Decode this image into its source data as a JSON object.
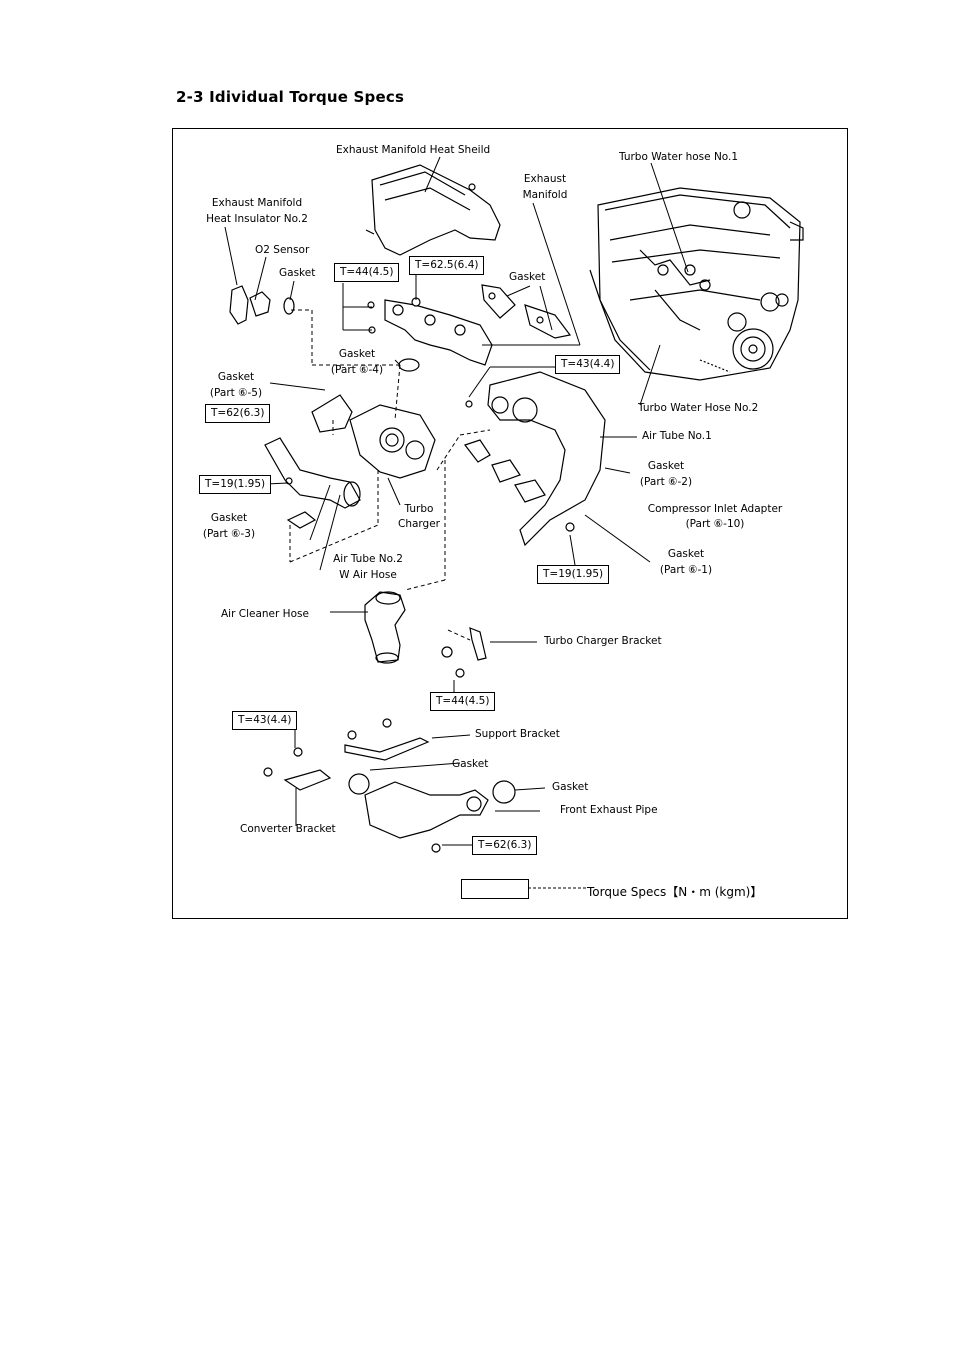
{
  "heading": "2-3  Idividual Torque Specs",
  "labels": {
    "exhaust_manifold_heat_sheild": "Exhaust Manifold Heat Sheild",
    "turbo_water_hose_no1": "Turbo Water hose No.1",
    "exhaust_manifold_1": "Exhaust",
    "exhaust_manifold_2": "Manifold",
    "heat_insulator_1": "Exhaust Manifold",
    "heat_insulator_2": "Heat Insulator No.2",
    "o2_sensor": "O2 Sensor",
    "gasket_o2": "Gasket",
    "gasket_manifold": "Gasket",
    "gasket_part64_1": "Gasket",
    "gasket_part64_2": "(Part ⑥-4)",
    "gasket_part65_1": "Gasket",
    "gasket_part65_2": "(Part ⑥-5)",
    "turbo_water_hose_no2": "Turbo Water Hose No.2",
    "air_tube_no1": "Air Tube No.1",
    "gasket_part62_1": "Gasket",
    "gasket_part62_2": "(Part ⑥-2)",
    "compressor_inlet_1": "Compressor Inlet Adapter",
    "compressor_inlet_2": "(Part ⑥-10)",
    "gasket_part61_1": "Gasket",
    "gasket_part61_2": "(Part ⑥-1)",
    "turbo_charger_1": "Turbo",
    "turbo_charger_2": "Charger",
    "gasket_part63_1": "Gasket",
    "gasket_part63_2": "(Part ⑥-3)",
    "air_tube_no2_1": "Air Tube No.2",
    "air_tube_no2_2": "W Air Hose",
    "air_cleaner_hose": "Air Cleaner Hose",
    "turbo_charger_bracket": "Turbo Charger Bracket",
    "support_bracket": "Support Bracket",
    "gasket_lower": "Gasket",
    "gasket_pipe": "Gasket",
    "front_exhaust_pipe": "Front Exhaust Pipe",
    "converter_bracket": "Converter Bracket"
  },
  "torque": {
    "t_44_upper": "T=44(4.5)",
    "t_625": "T=62.5(6.4)",
    "t_43_upper": "T=43(4.4)",
    "t_62_left": "T=62(6.3)",
    "t_19_left": "T=19(1.95)",
    "t_19_right": "T=19(1.95)",
    "t_44_lower": "T=44(4.5)",
    "t_43_lower": "T=43(4.4)",
    "t_62_lower": "T=62(6.3)"
  },
  "legend": {
    "text": "Torque Specs【N・m (kgm)】"
  }
}
